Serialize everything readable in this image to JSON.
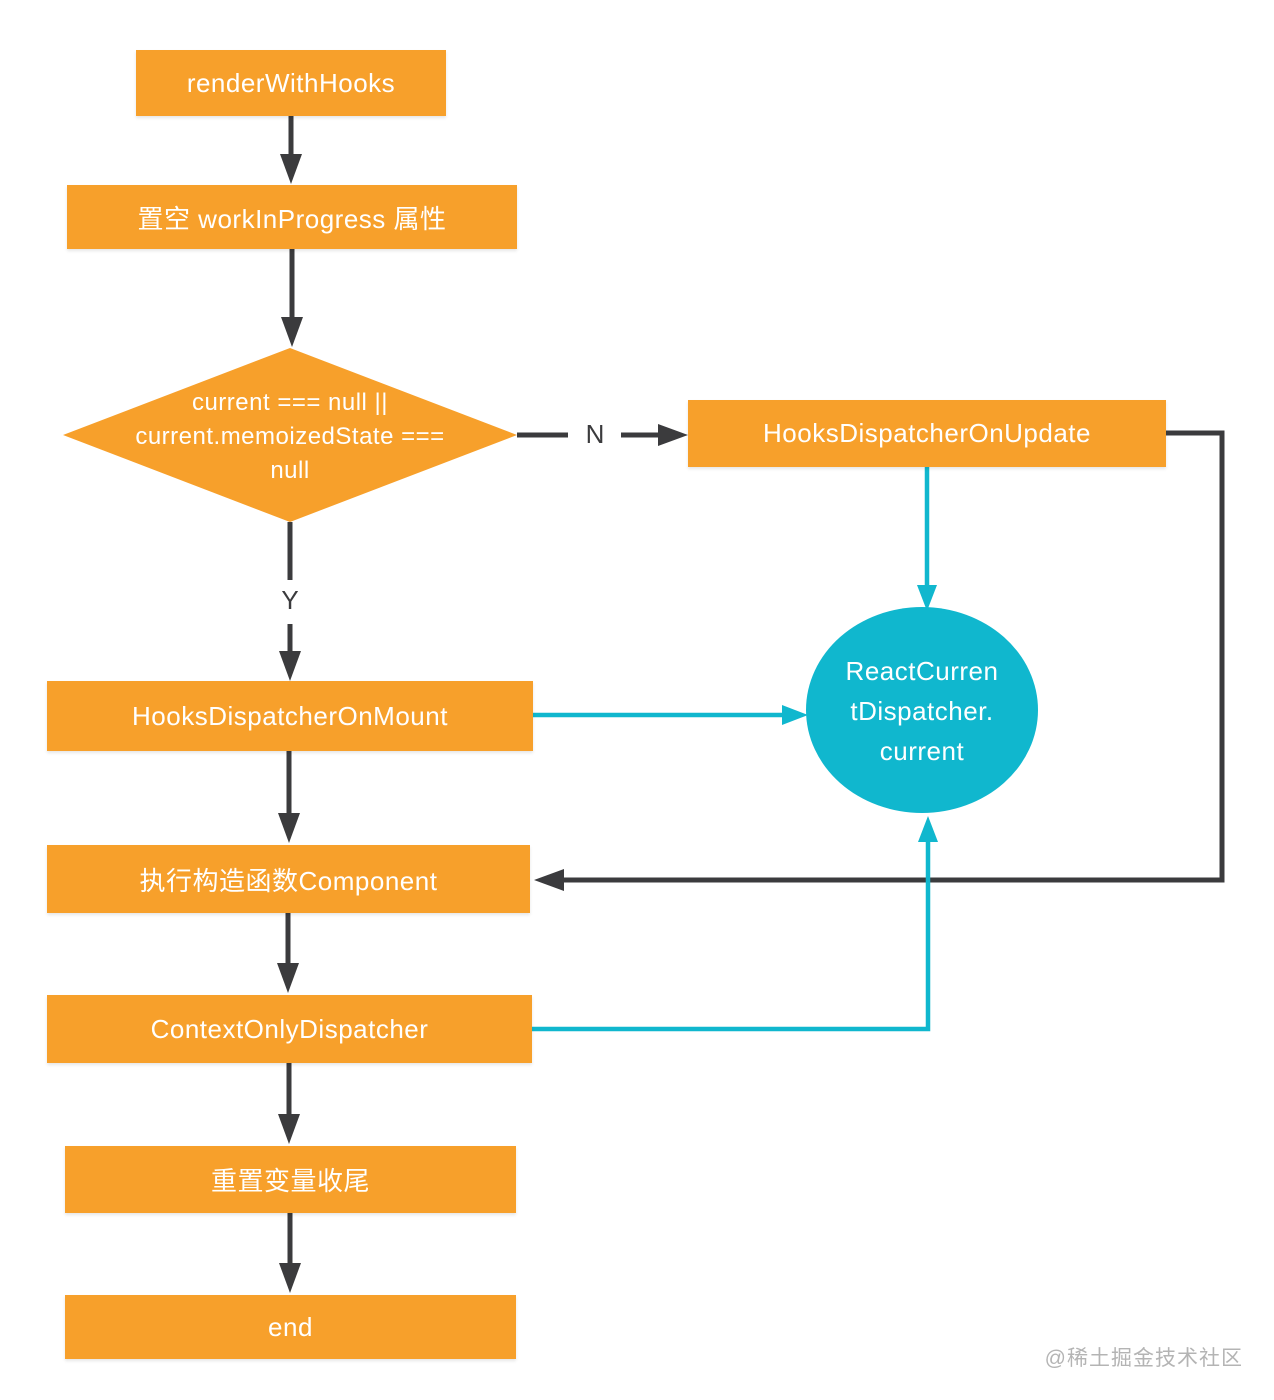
{
  "diagram": {
    "watermark": "@稀土掘金技术社区",
    "colors": {
      "node_orange": "#F7A02B",
      "accent_cyan": "#10B7CE",
      "line_dark": "#3B3B3D",
      "text_white": "#FFFFFF",
      "watermark_gray": "#A8A8A8"
    },
    "nodes": {
      "render_with_hooks": {
        "label": "renderWithHooks"
      },
      "clear_wip": {
        "label": "置空 workInProgress 属性"
      },
      "condition": {
        "lines": [
          "current === null ||",
          "current.memoizedState ===",
          "null"
        ]
      },
      "dispatcher_on_update": {
        "label": "HooksDispatcherOnUpdate"
      },
      "dispatcher_on_mount": {
        "label": "HooksDispatcherOnMount"
      },
      "dispatcher_ref": {
        "lines": [
          "ReactCurren",
          "tDispatcher.",
          "current"
        ]
      },
      "run_component": {
        "label": "执行构造函数Component"
      },
      "context_only_dispatcher": {
        "label": "ContextOnlyDispatcher"
      },
      "reset_vars": {
        "label": "重置变量收尾"
      },
      "end": {
        "label": "end"
      }
    },
    "edge_labels": {
      "no": "N",
      "yes": "Y"
    }
  }
}
